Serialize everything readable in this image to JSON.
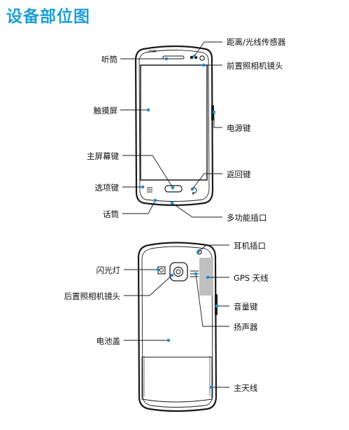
{
  "page": {
    "title": "设备部位图"
  },
  "front": {
    "proximity_sensor": "距离/光线传感器",
    "earpiece": "听筒",
    "front_camera": "前置照相机镜头",
    "touch_screen": "触摸屏",
    "power_key": "电源键",
    "home_key": "主屏幕键",
    "back_key": "返回键",
    "menu_key": "选项键",
    "microphone": "话筒",
    "multipurpose_jack": "多功能插口"
  },
  "back": {
    "headset_jack": "耳机插口",
    "flash": "闪光灯",
    "gps_antenna": "GPS 天线",
    "rear_camera": "后置照相机镜头",
    "volume_key": "音量键",
    "speaker": "扬声器",
    "back_cover": "电池盖",
    "main_antenna": "主天线"
  },
  "colors": {
    "accent": "#1e9fd6",
    "gps_area": "#bfbfbf",
    "line": "#1a1a1a",
    "dot": "#1e8fd0"
  }
}
